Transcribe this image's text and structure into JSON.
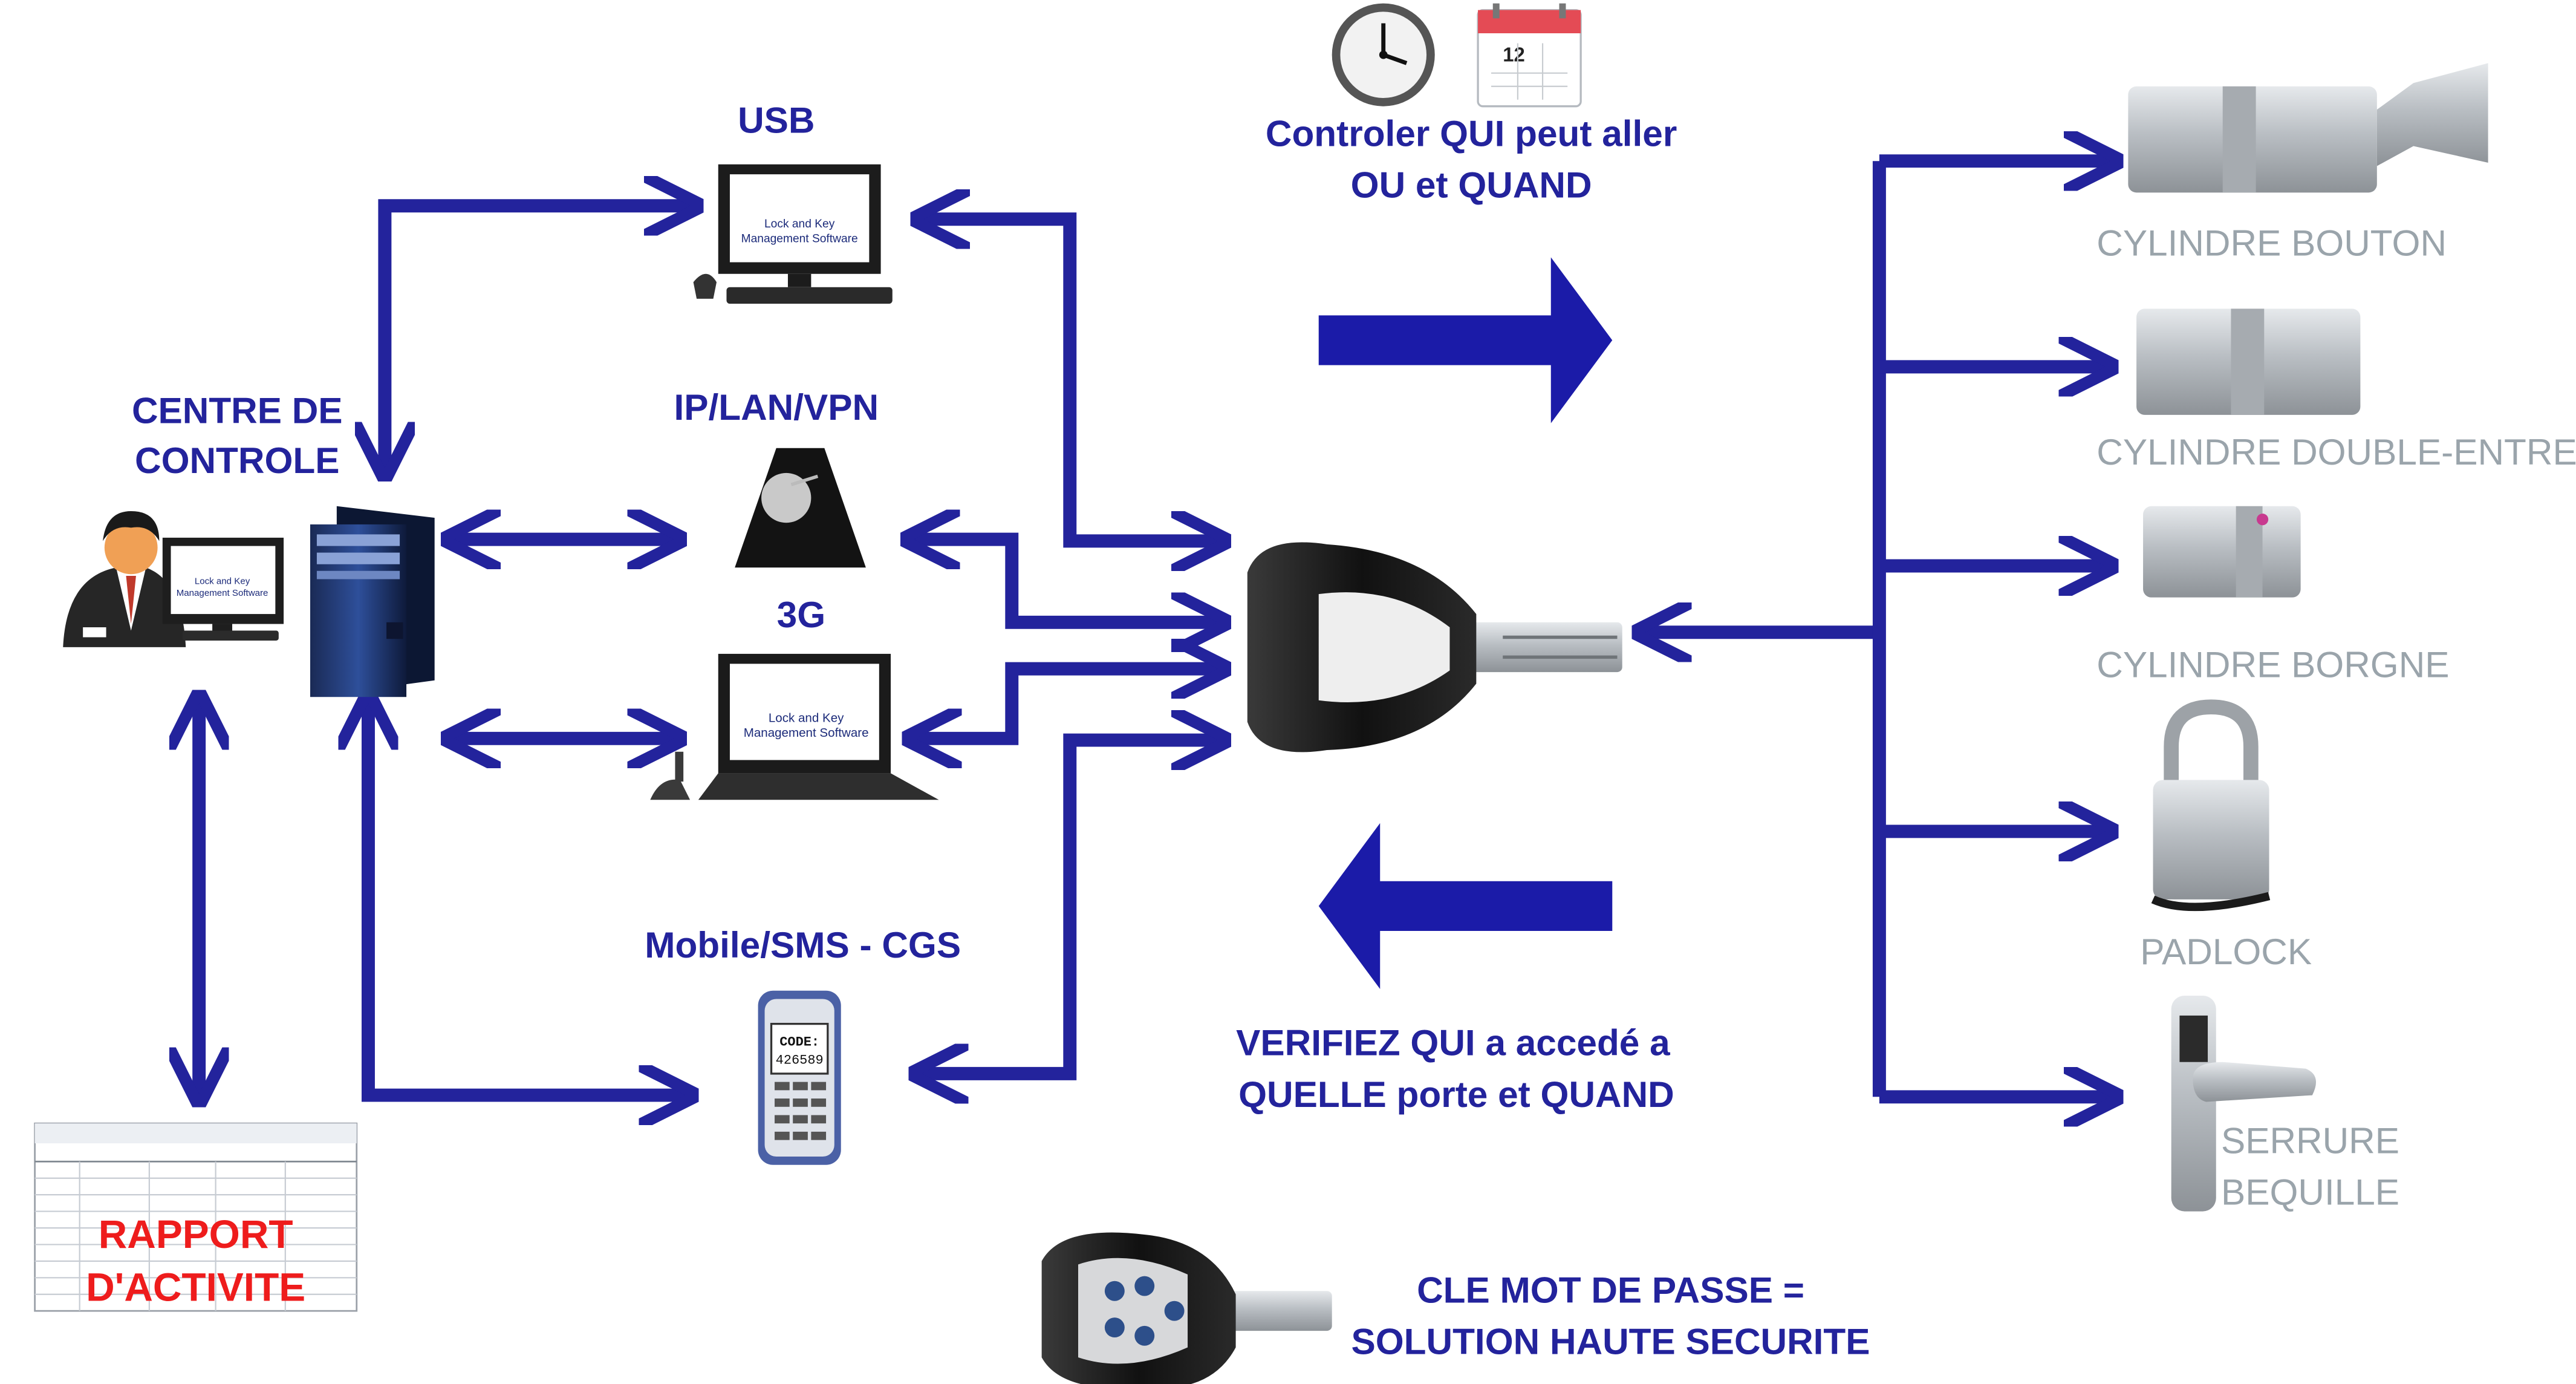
{
  "colors": {
    "accent": "#23239c",
    "device_label": "#9aa4ab",
    "report_label": "#ee1c1c"
  },
  "control_center": {
    "label_line1": "CENTRE DE",
    "label_line2": "CONTROLE"
  },
  "screen_text": {
    "line1": "Lock and Key",
    "line2": "Management Software"
  },
  "channels": {
    "usb": "USB",
    "ip": "IP/LAN/VPN",
    "g3": "3G",
    "mobile": "Mobile/SMS - CGS",
    "phone_code_label": "CODE:",
    "phone_code_value": "426589"
  },
  "report": {
    "line1": "RAPPORT",
    "line2": "D'ACTIVITE"
  },
  "top_message": {
    "line1": "Controler QUI peut aller",
    "line2": "OU et QUAND"
  },
  "bottom_message": {
    "line1": "VERIFIEZ QUI a accedé a",
    "line2": "QUELLE porte et QUAND"
  },
  "calendar_day": "12",
  "devices": {
    "cyl_button": "CYLINDRE BOUTON",
    "cyl_double": "CYLINDRE DOUBLE-ENTREE",
    "cyl_single": "CYLINDRE BORGNE",
    "padlock": "PADLOCK",
    "handle_line1": "SERRURE",
    "handle_line2": "BEQUILLE"
  },
  "password_key": {
    "line1": "CLE MOT DE PASSE =",
    "line2": "SOLUTION HAUTE SECURITE"
  },
  "icons": [
    "user-icon",
    "tower-pc-icon",
    "monitor-icon",
    "laptop-icon",
    "network-device-icon",
    "mobile-phone-icon",
    "clock-icon",
    "calendar-icon",
    "smart-key-icon",
    "cylinder-icon",
    "padlock-icon",
    "door-handle-icon",
    "keypad-key-icon",
    "report-document-icon"
  ]
}
